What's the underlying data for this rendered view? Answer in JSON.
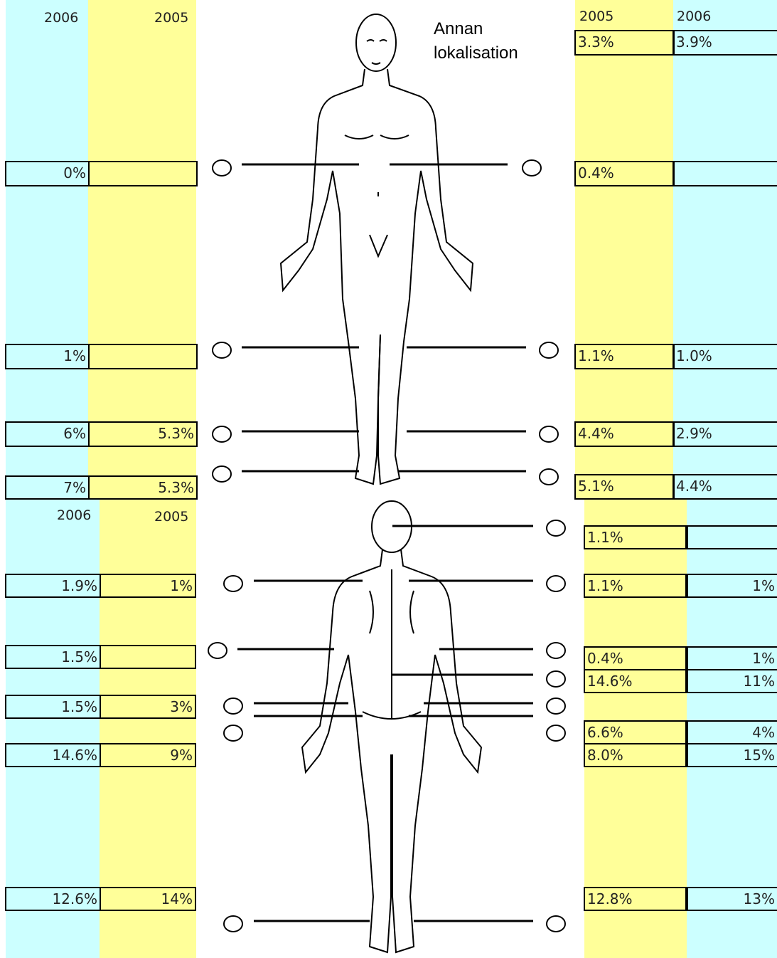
{
  "title": [
    "Annan",
    "lokalisation"
  ],
  "colors": {
    "blue": "#ccffff",
    "yellow": "#ffff99",
    "border": "#000000"
  },
  "front": {
    "left_header": {
      "y2006": "2006",
      "y2005": "2005"
    },
    "right_header": {
      "y2005": "2005",
      "y2006": "2006"
    },
    "left_rows": [
      {
        "v2006": "0%",
        "v2005": ""
      },
      {
        "v2006": "1%",
        "v2005": ""
      },
      {
        "v2006": "6%",
        "v2005": "5.3%"
      },
      {
        "v2006": "7%",
        "v2005": "5.3%"
      }
    ],
    "right_rows": [
      {
        "v2005": "3.3%",
        "v2006": "3.9%"
      },
      {
        "v2005": "0.4%",
        "v2006": ""
      },
      {
        "v2005": "1.1%",
        "v2006": "1.0%"
      },
      {
        "v2005": "4.4%",
        "v2006": "2.9%"
      },
      {
        "v2005": "5.1%",
        "v2006": "4.4%"
      }
    ]
  },
  "back": {
    "left_header": {
      "y2006": "2006",
      "y2005": "2005"
    },
    "left_rows": [
      {
        "v2006": "1.9%",
        "v2005": "1%"
      },
      {
        "v2006": "1.5%",
        "v2005": ""
      },
      {
        "v2006": "1.5%",
        "v2005": "3%"
      },
      {
        "v2006": "14.6%",
        "v2005": "9%"
      },
      {
        "v2006": "12.6%",
        "v2005": "14%"
      }
    ],
    "right_rows": [
      {
        "v2005": "1.1%",
        "v2006": ""
      },
      {
        "v2005": "1.1%",
        "v2006": "1%"
      },
      {
        "v2005": "0.4%",
        "v2006": "1%"
      },
      {
        "v2005": "14.6%",
        "v2006": "11%"
      },
      {
        "v2005": "6.6%",
        "v2006": "4%"
      },
      {
        "v2005": "8.0%",
        "v2006": "15%"
      },
      {
        "v2005": "12.8%",
        "v2006": "13%"
      }
    ]
  }
}
